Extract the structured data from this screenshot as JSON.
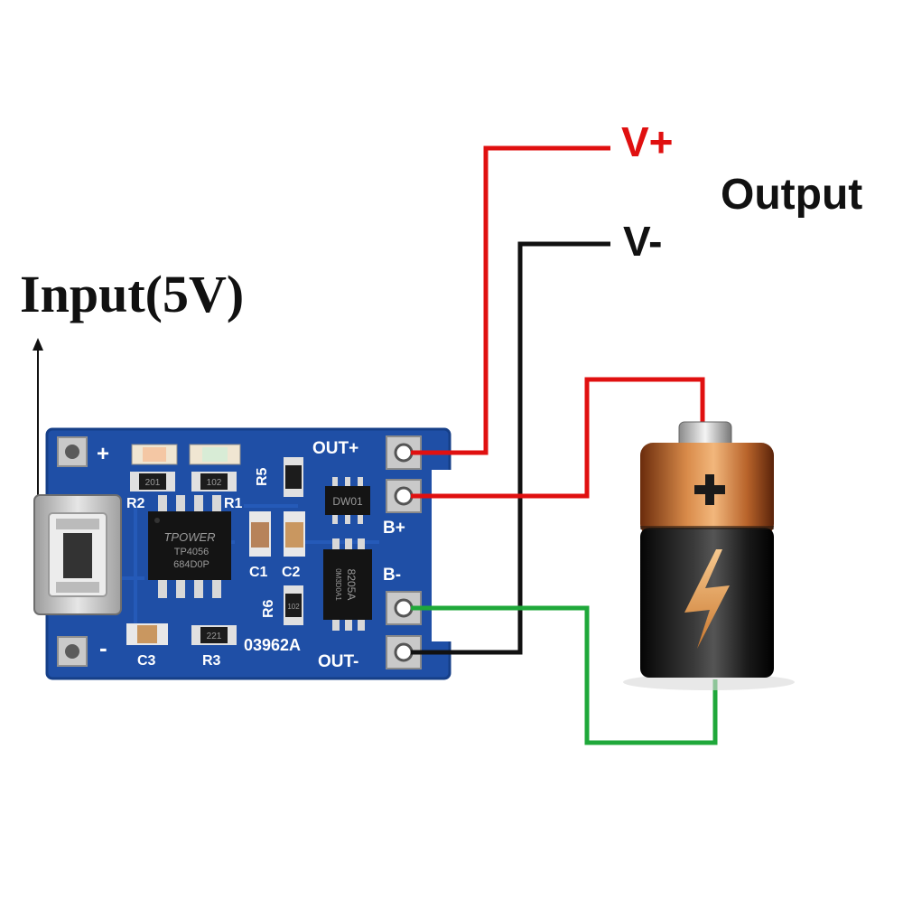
{
  "labels": {
    "input": "Input(5V)",
    "v_plus": "V+",
    "v_minus": "V-",
    "output": "Output"
  },
  "board": {
    "pad_out_plus": "OUT+",
    "pad_b_plus": "B+",
    "pad_b_minus": "B-",
    "pad_out_minus": "OUT-",
    "plus_mark": "+",
    "minus_mark": "-",
    "r1": "R1",
    "r2": "R2",
    "r3": "R3",
    "r5": "R5",
    "r6": "R6",
    "c1": "C1",
    "c2": "C2",
    "c3": "C3",
    "board_code": "03962A",
    "main_chip_brand": "TPOWER",
    "main_chip_model": "TP4056",
    "main_chip_code": "684D0P",
    "protect_chip": "DW01",
    "mosfet_chip": "8205A",
    "mosfet_code": "0M3D0A1",
    "res_201": "201",
    "res_102a": "102",
    "res_102b": "102",
    "res_221": "221"
  },
  "wire_colors": {
    "positive": "#e01010",
    "negative": "#111111",
    "battery_negative": "#1fa83a"
  },
  "battery": {
    "positive_symbol": "+",
    "icon": "lightning-bolt-icon"
  },
  "colors": {
    "pcb": "#1f4fa6",
    "pcb_dark": "#173f8a"
  }
}
